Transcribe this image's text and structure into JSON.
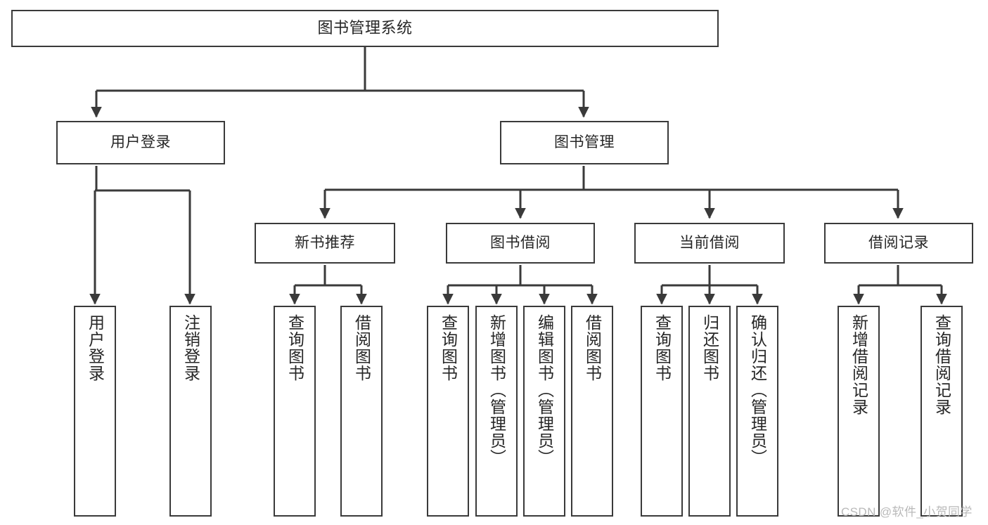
{
  "diagram": {
    "title": "图书管理系统",
    "type": "tree-hierarchy-chart",
    "line_color": "#3a3a3a",
    "text_color": "#262626",
    "background": "#ffffff",
    "root": {
      "id": "root",
      "label": "图书管理系统"
    },
    "level2": [
      {
        "id": "user-login",
        "label": "用户登录"
      },
      {
        "id": "book-management",
        "label": "图书管理"
      }
    ],
    "level3": [
      {
        "id": "new-book-recommend",
        "label": "新书推荐"
      },
      {
        "id": "book-borrow",
        "label": "图书借阅"
      },
      {
        "id": "current-borrow",
        "label": "当前借阅"
      },
      {
        "id": "borrow-record",
        "label": "借阅记录"
      }
    ],
    "leaves": {
      "user_login": [
        {
          "id": "leaf-user-login",
          "label": "用户登录"
        },
        {
          "id": "leaf-logout-login",
          "label": "注销登录"
        }
      ],
      "new_book_recommend": [
        {
          "id": "leaf-query-book-1",
          "label": "查询图书"
        },
        {
          "id": "leaf-borrow-book-1",
          "label": "借阅图书"
        }
      ],
      "book_borrow": [
        {
          "id": "leaf-query-book-2",
          "label": "查询图书"
        },
        {
          "id": "leaf-add-book",
          "label": "新增图书（管理员）"
        },
        {
          "id": "leaf-edit-book",
          "label": "编辑图书（管理员）"
        },
        {
          "id": "leaf-borrow-book-2",
          "label": "借阅图书"
        }
      ],
      "current_borrow": [
        {
          "id": "leaf-query-book-3",
          "label": "查询图书"
        },
        {
          "id": "leaf-return-book",
          "label": "归还图书"
        },
        {
          "id": "leaf-confirm-return",
          "label": "确认归还（管理员）"
        }
      ],
      "borrow_record": [
        {
          "id": "leaf-add-record",
          "label": "新增借阅记录"
        },
        {
          "id": "leaf-query-record",
          "label": "查询借阅记录"
        }
      ]
    }
  },
  "watermark": {
    "text": "CSDN @软件_小贺同学"
  }
}
